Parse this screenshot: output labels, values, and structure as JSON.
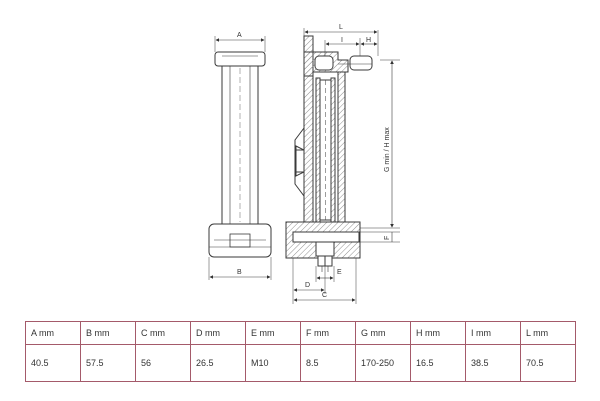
{
  "dimension_labels": {
    "A": "A",
    "B": "B",
    "C": "C",
    "D": "D",
    "E": "E",
    "F": "F",
    "H": "H",
    "I": "I",
    "L": "L",
    "G": "G min / H max"
  },
  "spec_table": {
    "headers": [
      "A mm",
      "B mm",
      "C mm",
      "D mm",
      "E mm",
      "F mm",
      "G mm",
      "H mm",
      "I mm",
      "L mm"
    ],
    "values": [
      "40.5",
      "57.5",
      "56",
      "26.5",
      "M10",
      "8.5",
      "170-250",
      "16.5",
      "38.5",
      "70.5"
    ]
  },
  "colors": {
    "line": "#3a3a3a",
    "hatch": "#9a9a9a",
    "table_border": "#a45a6a"
  }
}
